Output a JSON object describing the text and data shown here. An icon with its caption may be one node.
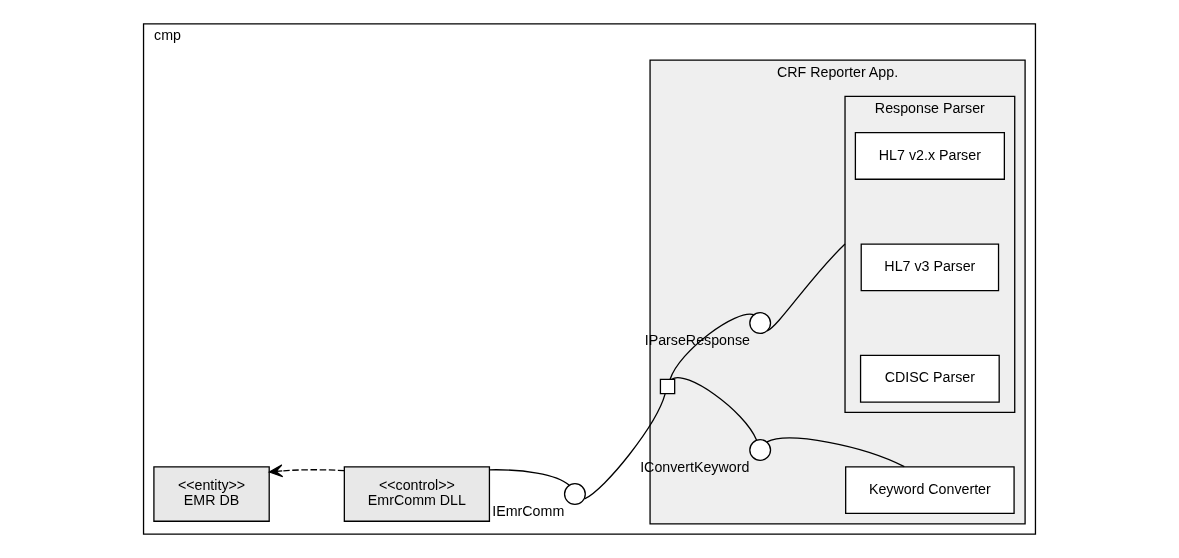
{
  "diagram": {
    "nodes": [
      {
        "text": [
          "cmp"
        ]
      },
      {
        "text": [
          "<<entity>>",
          "EMR DB"
        ],
        "in": 0
      },
      {
        "text": [
          "<<control>>",
          "EmrComm DLL"
        ],
        "in": 0
      },
      {
        "text": [
          "IEmrComm"
        ],
        "in": 0
      },
      {
        "text": [
          "CRF Reporter App."
        ],
        "in": 0
      },
      {
        "text": [],
        "shape": "box",
        "in": 4
      },
      {
        "text": [
          "IConvertKeyword"
        ],
        "in": 4
      },
      {
        "text": [
          "Keyword Converter"
        ],
        "in": 4
      },
      {
        "text": [
          "IParseResponse"
        ],
        "in": 4
      },
      {
        "text": [
          "Response Parser"
        ],
        "in": 4
      },
      {
        "text": [
          "HL7 v2.x Parser"
        ],
        "in": 9
      },
      {
        "text": [
          "HL7 v3 Parser"
        ],
        "in": 9
      },
      {
        "text": [
          "CDISC Parser"
        ],
        "in": 9
      }
    ],
    "edges": [
      {
        "from": 2,
        "to": 1,
        "arrow": "to",
        "style": "dashed"
      },
      {
        "from": 2,
        "to": 3,
        "arrow": "none"
      },
      {
        "from": 5,
        "to": 3,
        "arrow": "none"
      },
      {
        "from": 5,
        "to": 6,
        "arrow": "none"
      },
      {
        "from": 7,
        "to": 6,
        "arrow": "none"
      },
      {
        "from": 5,
        "to": 8,
        "arrow": "none"
      },
      {
        "from": 9,
        "to": 8,
        "arrow": "none"
      }
    ]
  }
}
